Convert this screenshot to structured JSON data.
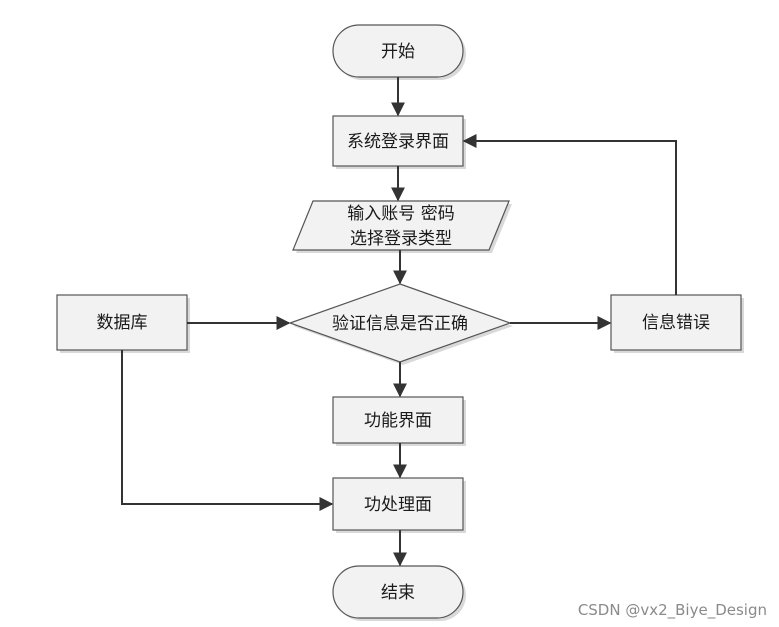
{
  "nodes": {
    "start": "开始",
    "login": "系统登录界面",
    "input_line1": "输入账号 密码",
    "input_line2": "选择登录类型",
    "verify": "验证信息是否正确",
    "database": "数据库",
    "error": "信息错误",
    "function": "功能界面",
    "process": "功处理面",
    "end": "结束"
  },
  "watermark": "CSDN @vx2_Biye_Design"
}
